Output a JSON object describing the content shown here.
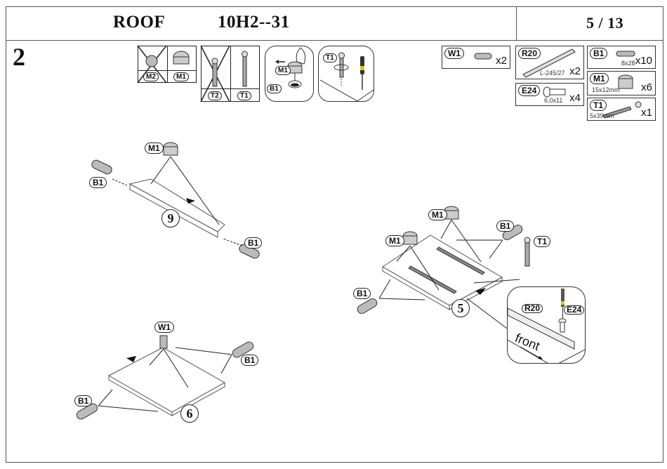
{
  "header": {
    "section": "ROOF",
    "model": "10H2--31",
    "page": "5 / 13"
  },
  "step_number": "2",
  "notes": {
    "cam_not_used": "M2",
    "cam_used": "M1",
    "bolt_not_used": "T2",
    "bolt_used": "T1",
    "insert_cam_labels": [
      "M1",
      "B1"
    ],
    "tighten_bolt_label": "T1"
  },
  "parts": [
    {
      "code": "W1",
      "size": "",
      "qty": "x2"
    },
    {
      "code": "R20",
      "size": "L-245/27",
      "qty": "x2"
    },
    {
      "code": "E24",
      "size": "6,0x11",
      "qty": "x4"
    },
    {
      "code": "B1",
      "size": "8x28",
      "qty": "x10"
    },
    {
      "code": "M1",
      "size": "15x12mm",
      "qty": "x6"
    },
    {
      "code": "T1",
      "size": "5x39mm",
      "qty": "x1"
    }
  ],
  "diagrams": {
    "panel9": {
      "number": "9",
      "labels": [
        "M1",
        "B1",
        "B1"
      ]
    },
    "panel6": {
      "number": "6",
      "labels": [
        "W1",
        "B1",
        "B1"
      ]
    },
    "panel5": {
      "number": "5",
      "labels": [
        "M1",
        "M1",
        "B1",
        "B1",
        "T1"
      ]
    },
    "detail": {
      "labels": [
        "R20",
        "E24"
      ],
      "text": "front"
    }
  }
}
